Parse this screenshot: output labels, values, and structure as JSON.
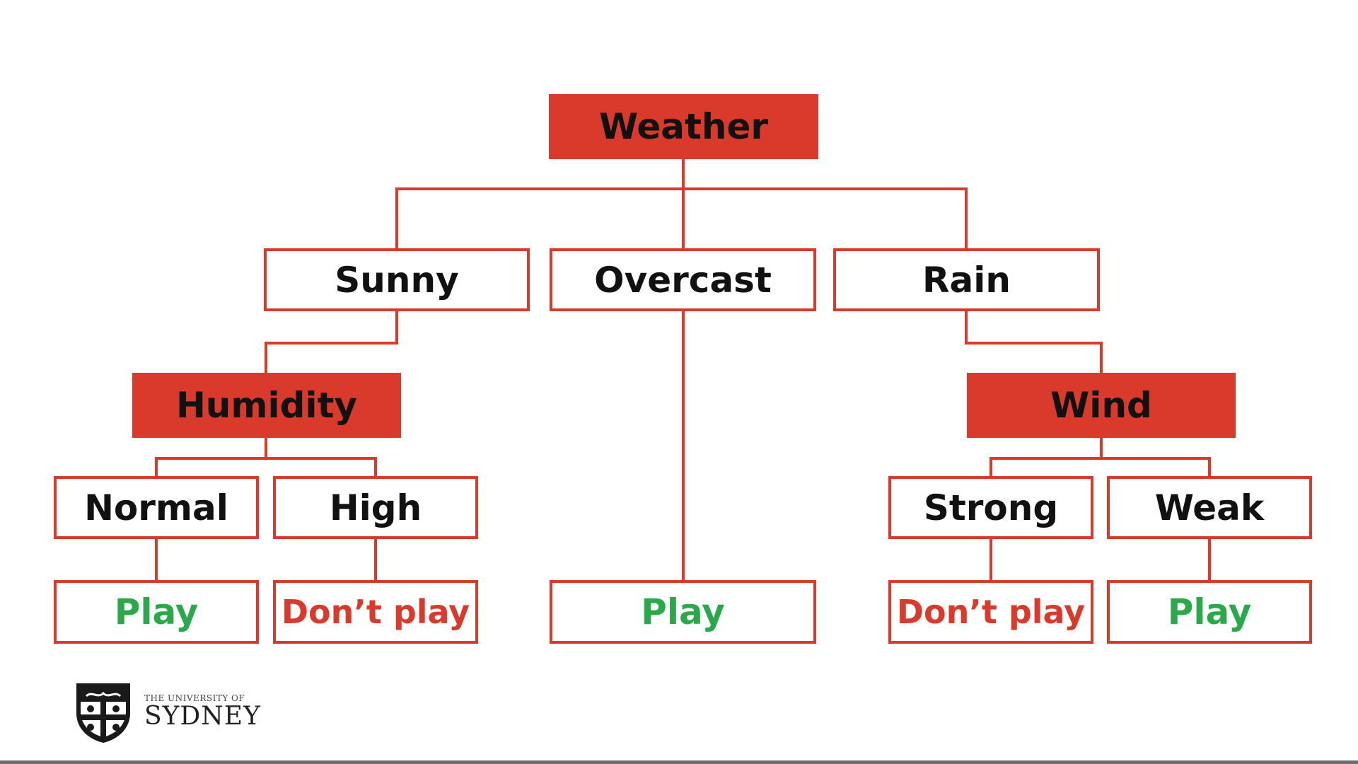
{
  "colors": {
    "accent": "#d93a2b",
    "play": "#2aa84a",
    "dont_play": "#d93a2b",
    "text": "#111111"
  },
  "tree": {
    "root": {
      "label": "Weather"
    },
    "branches": {
      "sunny": {
        "label": "Sunny"
      },
      "overcast": {
        "label": "Overcast"
      },
      "rain": {
        "label": "Rain"
      }
    },
    "humidity": {
      "label": "Humidity",
      "normal": {
        "label": "Normal",
        "outcome": "Play"
      },
      "high": {
        "label": "High",
        "outcome": "Don’t play"
      }
    },
    "overcast_outcome": "Play",
    "wind": {
      "label": "Wind",
      "strong": {
        "label": "Strong",
        "outcome": "Don’t play"
      },
      "weak": {
        "label": "Weak",
        "outcome": "Play"
      }
    }
  },
  "logo": {
    "line1": "THE UNIVERSITY OF",
    "line2": "SYDNEY",
    "crest_icon": "university-crest-icon"
  }
}
